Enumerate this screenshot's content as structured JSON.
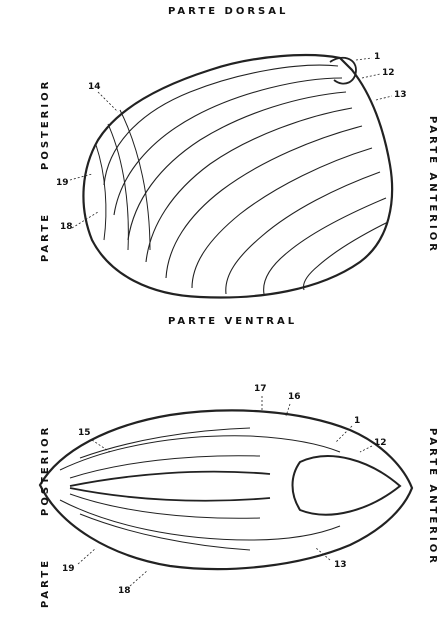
{
  "top_figure": {
    "label_top": "PARTE   DORSAL",
    "label_bottom": "PARTE   VENTRAL",
    "label_left_1": "PARTE",
    "label_left_2": "POSTERIOR",
    "label_right": "PARTE  ANTERIOR",
    "numbers": [
      "1",
      "12",
      "13",
      "14",
      "19",
      "18"
    ]
  },
  "bottom_figure": {
    "label_left_1": "PARTE",
    "label_left_2": "POSTERIOR",
    "label_right": "PARTE  ANTERIOR",
    "numbers": [
      "17",
      "16",
      "1",
      "12",
      "15",
      "19",
      "18",
      "13"
    ]
  }
}
